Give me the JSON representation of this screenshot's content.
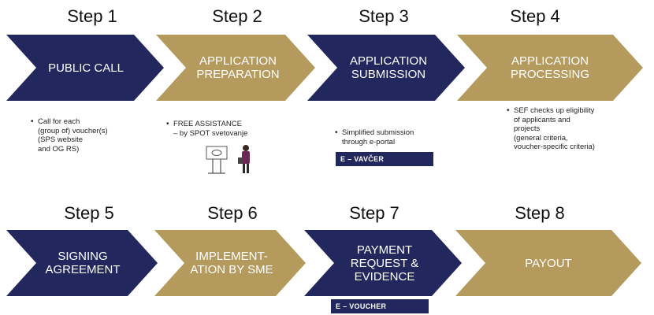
{
  "colors": {
    "navy": "#22285e",
    "gold": "#b59a5e",
    "tag": "#22285e"
  },
  "steps": [
    {
      "title": "Step 1",
      "label": "PUBLIC CALL",
      "color": "navy"
    },
    {
      "title": "Step 2",
      "label": "APPLICATION\nPREPARATION",
      "color": "gold"
    },
    {
      "title": "Step 3",
      "label": "APPLICATION\nSUBMISSION",
      "color": "navy"
    },
    {
      "title": "Step 4",
      "label": "APPLICATION\nPROCESSING",
      "color": "gold"
    },
    {
      "title": "Step 5",
      "label": "SIGNING\nAGREEMENT",
      "color": "navy"
    },
    {
      "title": "Step 6",
      "label": "IMPLEMENT-\nATION BY SME",
      "color": "gold"
    },
    {
      "title": "Step 7",
      "label": "PAYMENT\nREQUEST &\nEVIDENCE",
      "color": "navy"
    },
    {
      "title": "Step 8",
      "label": "PAYOUT",
      "color": "gold"
    }
  ],
  "notes": {
    "step1": "Call for each\n(group of) voucher(s)\n(SPS website\nand OG RS)",
    "step2": "FREE ASSISTANCE\n– by SPOT svetovanje",
    "step3": "Simplified submission\nthrough e-portal",
    "step4": "SEF checks up eligibility\nof applicants and\nprojects\n(general criteria,\nvoucher-specific criteria)"
  },
  "tags": {
    "step3": "E – VAVČER",
    "step7": "E – VOUCHER"
  },
  "icons": {
    "assistance": "assistance-desk-icon"
  }
}
